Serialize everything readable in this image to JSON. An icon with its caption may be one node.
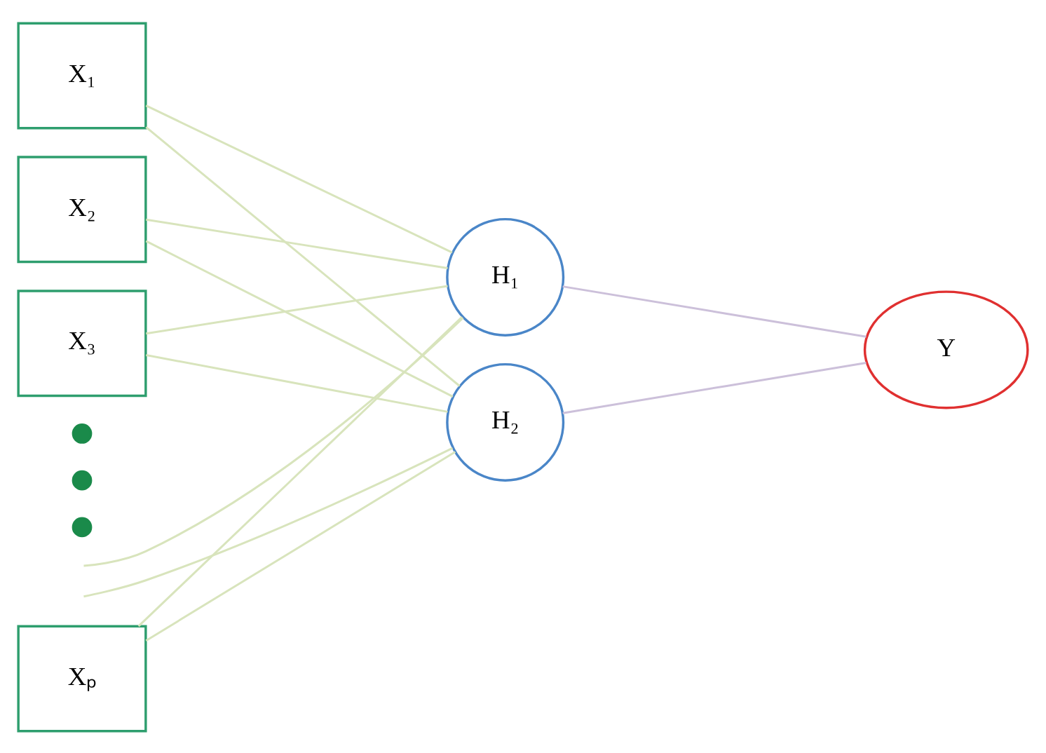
{
  "diagram": {
    "nodes": [
      {
        "text": [
          "X₁"
        ]
      },
      {
        "text": [
          "X₂"
        ]
      },
      {
        "text": [
          "X₃"
        ]
      },
      {
        "text": [],
        "shape": "circle"
      },
      {
        "text": [],
        "shape": "circle"
      },
      {
        "text": [],
        "shape": "circle"
      },
      {
        "text": [
          "Xₚ"
        ]
      },
      {
        "text": [
          "H₁"
        ]
      },
      {
        "text": [
          "H₂"
        ]
      },
      {
        "text": [
          "Y"
        ]
      }
    ],
    "edges": [
      {
        "from": 0,
        "to": 7,
        "arrow": "none"
      },
      {
        "from": 0,
        "to": 8,
        "arrow": "none"
      },
      {
        "from": 1,
        "to": 7,
        "arrow": "none"
      },
      {
        "from": 1,
        "to": 8,
        "arrow": "none"
      },
      {
        "from": 2,
        "to": 7,
        "arrow": "none"
      },
      {
        "from": 2,
        "to": 8,
        "arrow": "none"
      },
      {
        "from": null,
        "to": 7,
        "arrow": "none"
      },
      {
        "from": null,
        "to": 8,
        "arrow": "none"
      },
      {
        "from": 6,
        "to": 7,
        "arrow": "none"
      },
      {
        "from": 6,
        "to": 8,
        "arrow": "none"
      },
      {
        "from": 7,
        "to": 9,
        "arrow": "none",
        "color": "#ccc0da"
      },
      {
        "from": 8,
        "to": 9,
        "arrow": "none",
        "color": "#ccc0da"
      }
    ]
  }
}
